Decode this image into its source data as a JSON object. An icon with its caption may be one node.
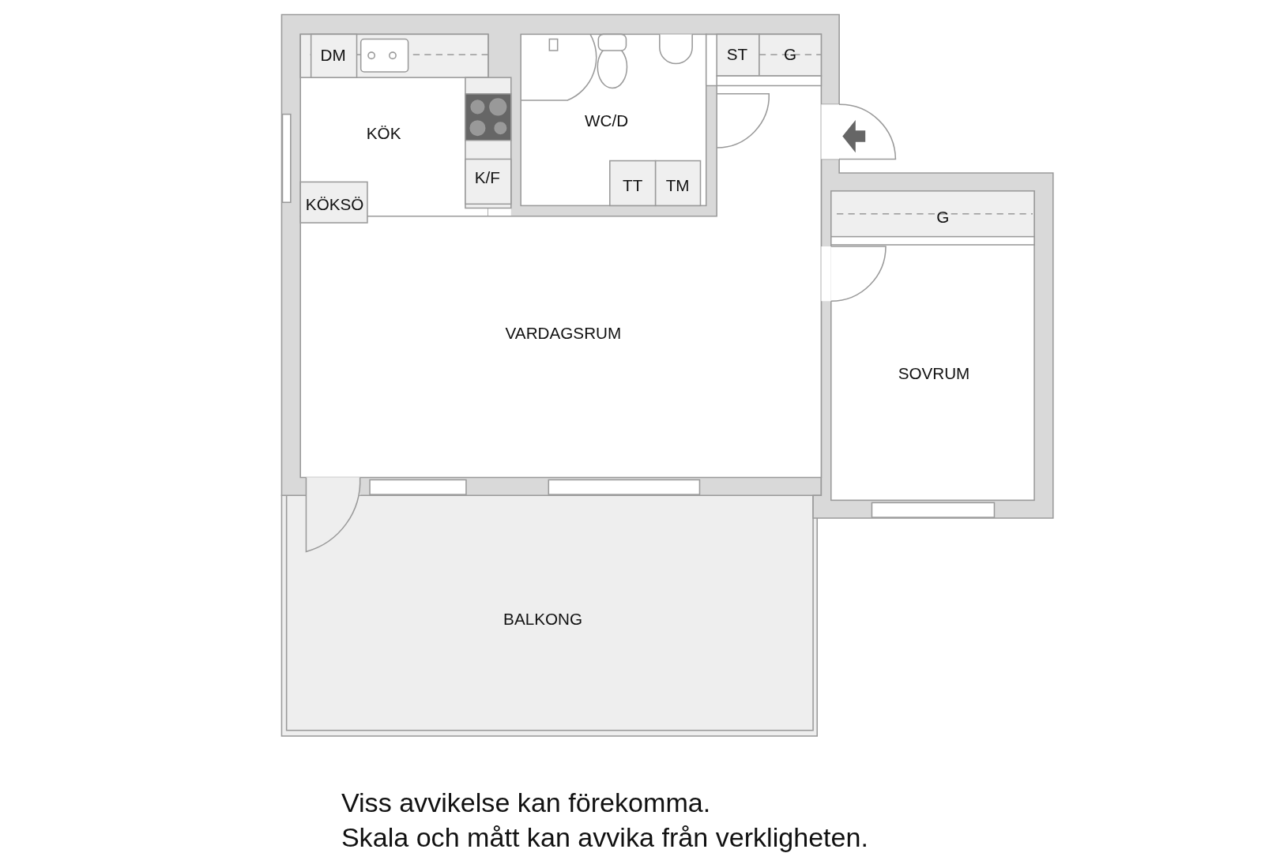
{
  "diagram": {
    "caption": "Viss avvikelse kan förekomma. Skala och mått kan avvika från verkligheten.",
    "labels": [
      "DM",
      "ST",
      "G",
      "WC/D",
      "KÖK",
      "K/F",
      "TT",
      "TM",
      "KÖKSÖ",
      "G",
      "VARDAGSRUM",
      "SOVRUM",
      "BALKONG"
    ]
  }
}
